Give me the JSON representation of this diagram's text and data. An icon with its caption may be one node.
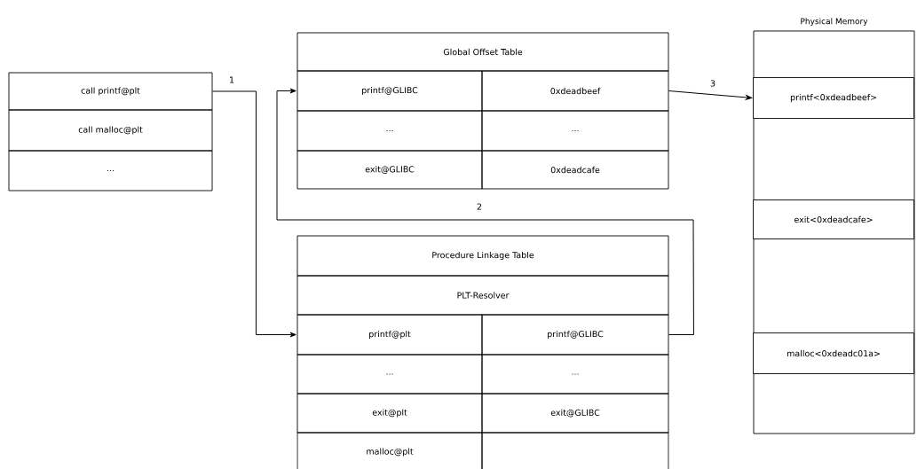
{
  "diagram": {
    "nodes": [
      {
        "text": [
          "call printf@plt"
        ]
      },
      {
        "text": [
          "call malloc@plt"
        ]
      },
      {
        "text": [
          "..."
        ]
      },
      {
        "text": [
          "Global Offset Table"
        ]
      },
      {
        "text": [
          "printf@GLIBC"
        ]
      },
      {
        "text": [
          "0xdeadbeef"
        ]
      },
      {
        "text": [
          "..."
        ]
      },
      {
        "text": [
          "..."
        ]
      },
      {
        "text": [
          "exit@GLIBC"
        ]
      },
      {
        "text": [
          "0xdeadcafe"
        ]
      },
      {
        "text": [
          "Procedure Linkage Table"
        ]
      },
      {
        "text": [
          "PLT-Resolver"
        ]
      },
      {
        "text": [
          "printf@plt"
        ]
      },
      {
        "text": [
          "printf@GLIBC"
        ]
      },
      {
        "text": [
          "..."
        ]
      },
      {
        "text": [
          "..."
        ]
      },
      {
        "text": [
          "exit@plt"
        ]
      },
      {
        "text": [
          "exit@GLIBC"
        ]
      },
      {
        "text": [
          "malloc@plt"
        ]
      },
      {
        "text": [],
        "shape": "box"
      },
      {
        "text": [
          "Physical Memory"
        ]
      },
      {
        "text": [
          "printf<0xdeadbeef>"
        ],
        "in": 20
      },
      {
        "text": [
          "exit<0xdeadcafe>"
        ],
        "in": 20
      },
      {
        "text": [
          "malloc<0xdeadc01a>"
        ],
        "in": 20
      }
    ],
    "edges": [
      {
        "from": 0,
        "to": 12,
        "arrow": "to",
        "label": "1"
      },
      {
        "from": 13,
        "to": 4,
        "arrow": "to",
        "label": "2"
      },
      {
        "from": 5,
        "to": 21,
        "arrow": "to",
        "label": "3"
      }
    ]
  }
}
